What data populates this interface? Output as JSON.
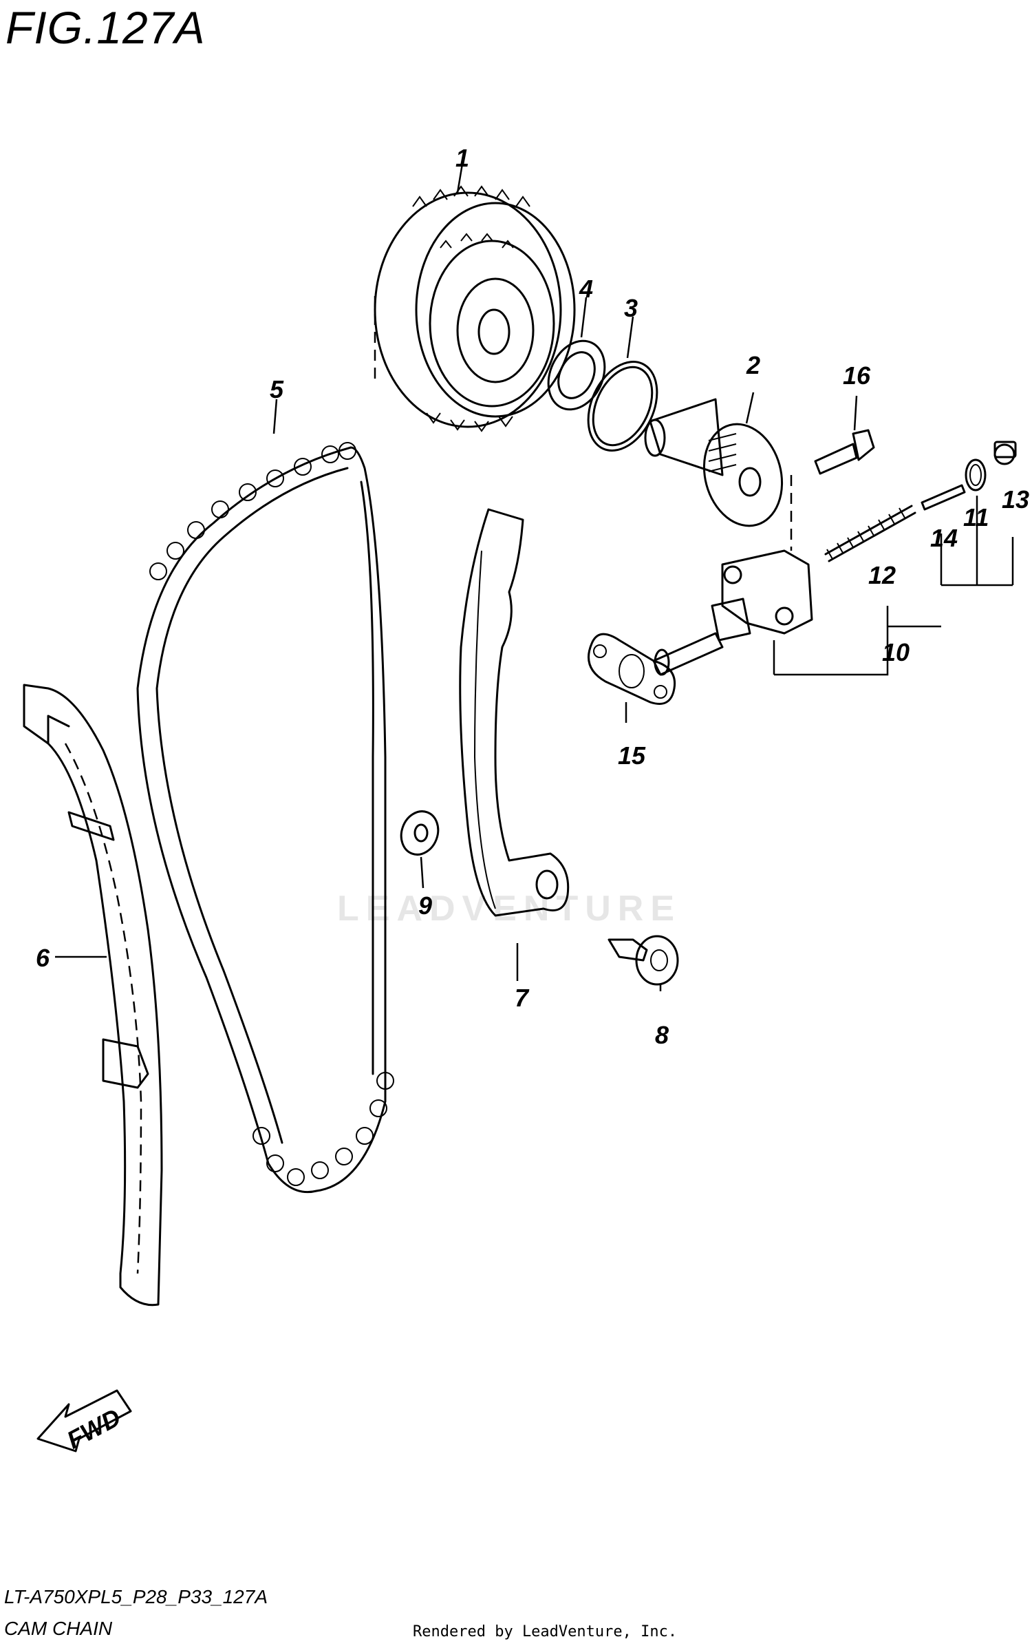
{
  "figure": {
    "title": "FIG.127A",
    "model_code": "LT-A750XPL5_P28_P33_127A",
    "subtitle": "CAM CHAIN",
    "credit": "Rendered by LeadVenture, Inc.",
    "watermark": "LEADVENTURE"
  },
  "fwd_label": "FWD",
  "callouts": [
    "1",
    "2",
    "3",
    "4",
    "5",
    "6",
    "7",
    "8",
    "9",
    "10",
    "11",
    "12",
    "13",
    "14",
    "15",
    "16"
  ]
}
